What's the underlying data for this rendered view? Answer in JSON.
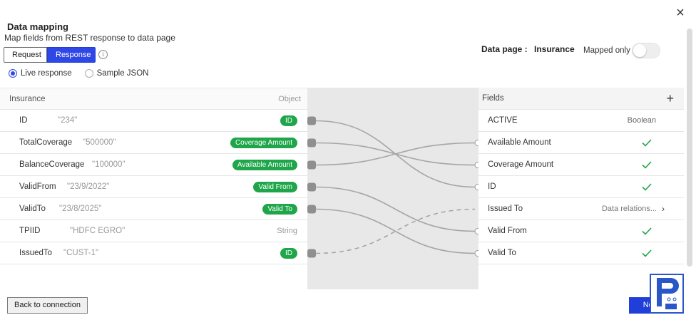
{
  "dialog": {
    "title": "Data mapping",
    "subtitle": "Map fields from REST response to data page",
    "close_glyph": "×"
  },
  "tabs": {
    "request": "Request",
    "response": "Response",
    "active": "Response"
  },
  "source_options": [
    {
      "label": "Live response",
      "selected": true
    },
    {
      "label": "Sample JSON",
      "selected": false
    }
  ],
  "data_page": {
    "label": "Data page :",
    "value": "Insurance"
  },
  "mapped_only": {
    "label": "Mapped only",
    "on": false
  },
  "left": {
    "header": {
      "name": "Insurance",
      "type": "Object"
    },
    "rows": [
      {
        "name": "ID",
        "value": "\"234\"",
        "pill": "ID",
        "type": ""
      },
      {
        "name": "TotalCoverage",
        "value": "\"500000\"",
        "pill": "Coverage Amount",
        "type": ""
      },
      {
        "name": "BalanceCoverage",
        "value": "\"100000\"",
        "pill": "Available Amount",
        "type": ""
      },
      {
        "name": "ValidFrom",
        "value": "\"23/9/2022\"",
        "pill": "Valid From",
        "type": ""
      },
      {
        "name": "ValidTo",
        "value": "\"23/8/2025\"",
        "pill": "Valid To",
        "type": ""
      },
      {
        "name": "TPIID",
        "value": "\"HDFC EGRO\"",
        "pill": "",
        "type": "String"
      },
      {
        "name": "IssuedTo",
        "value": "\"CUST-1\"",
        "pill": "ID",
        "type": ""
      }
    ]
  },
  "right": {
    "header": "Fields",
    "add_glyph": "+",
    "rows": [
      {
        "name": "ACTIVE",
        "type": "Boolean",
        "mapped": false
      },
      {
        "name": "Available Amount",
        "type": "",
        "mapped": true
      },
      {
        "name": "Coverage Amount",
        "type": "",
        "mapped": true
      },
      {
        "name": "ID",
        "type": "",
        "mapped": true
      },
      {
        "name": "Issued To",
        "type": "Data relations...",
        "mapped": false,
        "chevron": "›"
      },
      {
        "name": "Valid From",
        "type": "",
        "mapped": true
      },
      {
        "name": "Valid To",
        "type": "",
        "mapped": true
      }
    ]
  },
  "footer": {
    "back": "Back to connection",
    "next": "Next"
  },
  "colors": {
    "accent": "#2f47e6",
    "pill": "#1fa54a",
    "check": "#1fa54a",
    "map_bg": "#e8e8e8"
  }
}
